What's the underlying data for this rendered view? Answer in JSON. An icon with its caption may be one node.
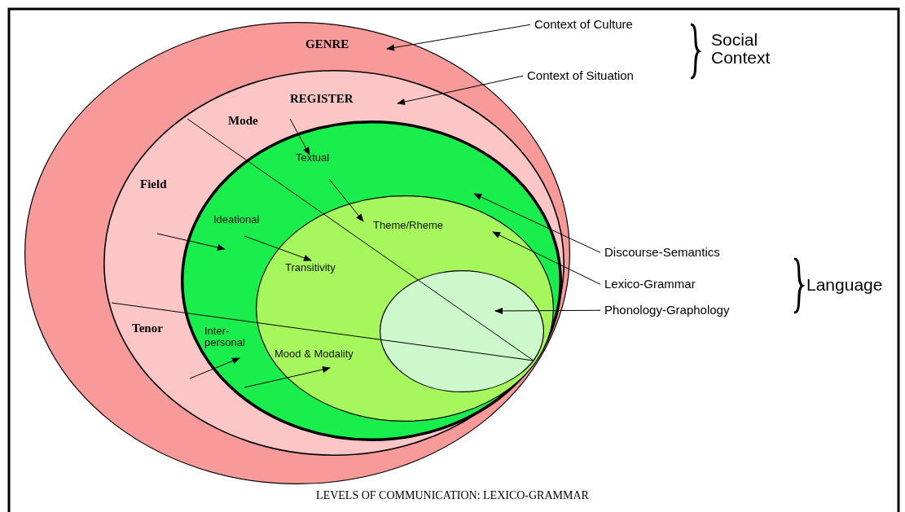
{
  "diagram": {
    "caption": "LEVELS OF COMMUNICATION: LEXICO-GRAMMAR",
    "nodes": [
      {
        "text": [
          "GENRE"
        ]
      },
      {
        "text": [
          "REGISTER",
          "Mode",
          "Field",
          "Tenor"
        ],
        "in": 0
      },
      {
        "text": [
          "Textual",
          "Ideational",
          "Inter- personal"
        ],
        "in": 1
      },
      {
        "text": [
          "Theme/Rheme",
          "Transitivity",
          "Mood & Modality"
        ],
        "in": 2
      },
      {
        "text": [],
        "shape": "circle",
        "in": 3
      },
      {
        "text": [
          "Context of Culture"
        ]
      },
      {
        "text": [
          "Context of Situation"
        ]
      },
      {
        "text": [
          "Discourse-Semantics"
        ]
      },
      {
        "text": [
          "Lexico-Grammar"
        ]
      },
      {
        "text": [
          "Phonology-Graphology"
        ]
      }
    ],
    "edges": [
      {
        "from": 5,
        "to": 0,
        "arrow": "to"
      },
      {
        "from": 6,
        "to": 1,
        "arrow": "to"
      },
      {
        "from": 7,
        "to": 2,
        "arrow": "to"
      },
      {
        "from": 8,
        "to": 3,
        "arrow": "to"
      },
      {
        "from": 9,
        "to": 4,
        "arrow": "to"
      },
      {
        "from": 1,
        "to": 2,
        "arrow": "to"
      },
      {
        "from": 1,
        "to": 2,
        "arrow": "to"
      },
      {
        "from": 1,
        "to": 2,
        "arrow": "to"
      },
      {
        "from": 2,
        "to": 3,
        "arrow": "to"
      },
      {
        "from": 2,
        "to": 3,
        "arrow": "to"
      },
      {
        "from": 2,
        "to": 3,
        "arrow": "to"
      }
    ],
    "labels": [
      "Social Context",
      "Language"
    ]
  }
}
